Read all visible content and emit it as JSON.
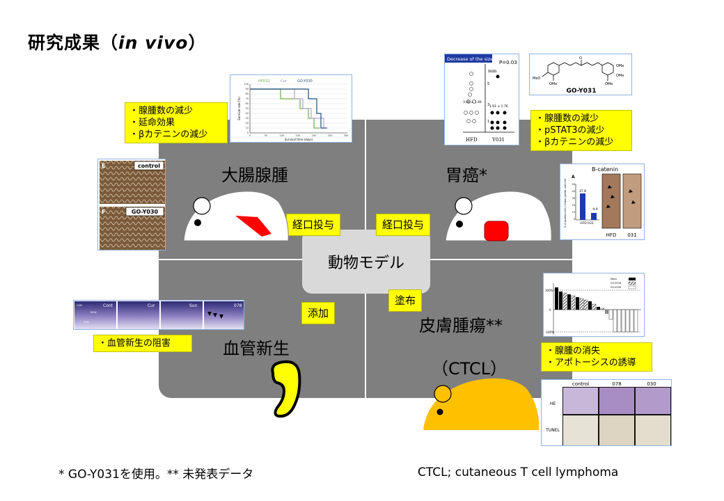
{
  "title": {
    "main": "研究成果（",
    "italic": "in vivo",
    "close": "）"
  },
  "center": "動物モデル",
  "quadrants": {
    "top_left": {
      "label": "大腸腺腫",
      "route": "経口投与",
      "effects": [
        "・腺腫数の減少",
        "・延命効果",
        "・βカテニンの減少"
      ]
    },
    "top_right": {
      "label": "胃癌*",
      "route": "経口投与",
      "effects": [
        "・腺腫数の減少",
        "・pSTAT3の減少",
        "・βカテニンの減少"
      ]
    },
    "bottom_left": {
      "label": "血管新生",
      "route": "添加",
      "effects": [
        "・血管新生の阻害"
      ]
    },
    "bottom_right": {
      "label": "皮膚腫瘍**",
      "sublabel": "（CTCL）",
      "route": "塗布",
      "effects": [
        "・腺腫の消失",
        "・アポトーシスの誘導"
      ]
    }
  },
  "figures": {
    "survival": {
      "legend": [
        "HFD32",
        "Cur",
        "GO-Y030"
      ],
      "ylabel": "Survival rate (%)",
      "xlabel": "Survival time (days)",
      "yticks": [
        "100",
        "90",
        "80",
        "70",
        "60",
        "50",
        "40",
        "30",
        "20",
        "10",
        "0"
      ],
      "xticks": [
        "0",
        "50",
        "100",
        "150",
        "200",
        "250",
        "300"
      ]
    },
    "histology": {
      "panel_e": "E",
      "label_e": "control",
      "panel_f": "F",
      "label_f": "GO-Y030"
    },
    "scatter": {
      "header": "Decrease of the size",
      "pvalue": "P=0.03",
      "unit": "mm",
      "left_mean": "3.08 ± 1.46",
      "right_mean": "1.91 ± 1.76",
      "groups": [
        "HFD",
        "Y031"
      ],
      "yticks": [
        "5",
        "3",
        "1"
      ]
    },
    "structure": {
      "name": "GO-Y031",
      "groups": [
        "MeO",
        "OMe",
        "OMe",
        "OMe",
        "OMe",
        "O"
      ]
    },
    "bcatenin": {
      "title": "B-catenin",
      "panel": "A",
      "ylabel": "% of positive cells / Corpus gastric unit cells",
      "bar1": "37.8",
      "bar2": "9.9",
      "cats": "HFD 031",
      "labels": [
        "HFD",
        "031"
      ],
      "yticks": [
        "50",
        "40",
        "30",
        "20",
        "10",
        "0"
      ]
    },
    "angio": {
      "panels": [
        "Cont",
        "Cur",
        "Sun",
        "078"
      ],
      "marks": [
        "CAM",
        "BOW",
        "YVM"
      ]
    },
    "waterfall": {
      "legend": [
        "Mock",
        "GO-Y078",
        "GO-Y030"
      ],
      "yticks": [
        "100%",
        "0",
        "-100%"
      ]
    },
    "tunel": {
      "cols": [
        "control",
        "078",
        "030"
      ],
      "rows": [
        "HE",
        "TUNEL"
      ]
    }
  },
  "footnotes": {
    "left": "* GO-Y031を使用。** 未発表データ",
    "right": "CTCL; cutaneous T cell lymphoma"
  },
  "colors": {
    "quadrant": "#7f7f7f",
    "center": "#d9d9d9",
    "highlight": "#ffff00",
    "tumor": "#ff0000",
    "ctcl_mouse": "#ffc000"
  }
}
